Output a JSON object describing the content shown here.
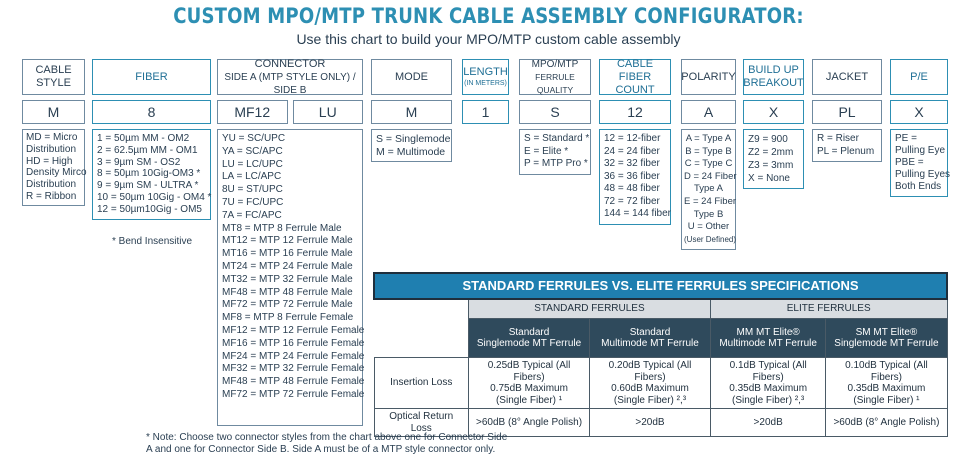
{
  "title": "CUSTOM MPO/MTP TRUNK CABLE ASSEMBLY CONFIGURATOR:",
  "subtitle": "Use this chart to build your MPO/MTP custom cable assembly",
  "columns": {
    "cable_style": {
      "header": "CABLE STYLE",
      "value": "M",
      "options": [
        "MD = Micro",
        "Distribution",
        "HD = High",
        "Density Mirco",
        "Distribution",
        "R = Ribbon"
      ]
    },
    "fiber": {
      "header": "FIBER",
      "value": "8",
      "options": [
        "1 = 50µm MM - OM2",
        "2 = 62.5µm MM - OM1",
        "3 = 9µm SM - OS2",
        "8 = 50µm 10Gig-OM3 *",
        "9 = 9µm SM - ULTRA *",
        "10 = 50µm 10Gig - OM4 *",
        "12 = 50µm10Gig - OM5"
      ],
      "footnote": "* Bend Insensitive"
    },
    "connector": {
      "header_line1": "CONNECTOR",
      "header_line2": "SIDE A (MTP STYLE ONLY) / SIDE B",
      "value_a": "MF12",
      "value_b": "LU",
      "options": [
        "YU = SC/UPC",
        "YA = SC/APC",
        "LU = LC/UPC",
        "LA = LC/APC",
        "8U = ST/UPC",
        "7U = FC/UPC",
        "7A = FC/APC",
        "MT8 = MTP 8 Ferrule Male",
        "MT12 = MTP 12 Ferrule Male",
        "MT16 = MTP 16 Ferrule Male",
        "MT24 = MTP 24 Ferrule Male",
        "MT32 = MTP 32 Ferrule Male",
        "MF48 = MTP 48 Ferrule Male",
        "MF72 = MTP 72 Ferrule Male",
        "MF8 = MTP 8 Ferrule Female",
        "MF12 = MTP 12 Ferrule Female",
        "MF16 = MTP 16 Ferrule Female",
        "MF24 = MTP 24 Ferrule Female",
        "MF32 = MTP 32 Ferrule Female",
        "MF48 = MTP 48 Ferrule Female",
        "MF72 = MTP 72 Ferrule Female"
      ]
    },
    "mode": {
      "header": "MODE",
      "value": "M",
      "options": [
        "S = Singlemode",
        "M = Multimode"
      ]
    },
    "length": {
      "header_line1": "LENGTH",
      "header_line2": "(IN METERS)",
      "value": "1"
    },
    "ferrule": {
      "header_line1": "MPO/MTP",
      "header_line2": "FERRULE QUALITY",
      "value": "S",
      "options": [
        "S = Standard *",
        "E = Elite *",
        "P = MTP Pro *"
      ]
    },
    "fiber_count": {
      "header_line1": "CABLE",
      "header_line2": "FIBER COUNT",
      "value": "12",
      "options": [
        "12 = 12-fiber",
        "24 = 24 fiber",
        "32 = 32 fiber",
        "36 = 36 fiber",
        "48 = 48 fiber",
        "72 = 72 fiber",
        "144 = 144 fiber"
      ]
    },
    "polarity": {
      "header": "POLARITY",
      "value": "A",
      "options": [
        "A = Type A",
        "B = Type B",
        "C = Type C",
        "D = 24 Fiber",
        "Type A",
        "E = 24 Fiber",
        "Type B",
        "U = Other",
        "(User Defined)"
      ]
    },
    "breakout": {
      "header_line1": "BUILD UP",
      "header_line2": "BREAKOUT",
      "value": "X",
      "options": [
        "Z9 = 900",
        "Z2 = 2mm",
        "Z3 = 3mm",
        "X = None"
      ]
    },
    "jacket": {
      "header": "JACKET",
      "value": "PL",
      "options": [
        "R = Riser",
        "PL = Plenum"
      ]
    },
    "pe": {
      "header": "P/E",
      "value": "X",
      "options": [
        "PE =",
        "Pulling Eye",
        "PBE =",
        "Pulling Eyes",
        "Both Ends"
      ]
    }
  },
  "spec_table": {
    "title": "STANDARD FERRULES VS. ELITE FERRULES SPECIFICATIONS",
    "group_standard": "STANDARD FERRULES",
    "group_elite": "ELITE FERRULES",
    "col_heads": [
      {
        "l1": "Standard",
        "l2": "Singlemode MT Ferrule"
      },
      {
        "l1": "Standard",
        "l2": "Multimode MT Ferrule"
      },
      {
        "l1": "MM MT Elite®",
        "l2": "Multimode MT Ferrule"
      },
      {
        "l1": "SM MT Elite®",
        "l2": "Singlemode MT Ferrule"
      }
    ],
    "rows": [
      {
        "label": "Insertion Loss",
        "cells": [
          {
            "l1": "0.25dB Typical (All Fibers)",
            "l2": "0.75dB Maximum",
            "l3": "(Single Fiber) ¹"
          },
          {
            "l1": "0.20dB Typical (All Fibers)",
            "l2": "0.60dB Maximum",
            "l3": "(Single Fiber) ²,³"
          },
          {
            "l1": "0.1dB Typical (All Fibers)",
            "l2": "0.35dB Maximum",
            "l3": "(Single Fiber) ²,³"
          },
          {
            "l1": "0.10dB Typical (All Fibers)",
            "l2": "0.35dB Maximum",
            "l3": "(Single Fiber) ¹"
          }
        ]
      },
      {
        "label": "Optical Return Loss",
        "cells": [
          {
            "l1": ">60dB (8° Angle Polish)"
          },
          {
            "l1": ">20dB"
          },
          {
            "l1": ">20dB"
          },
          {
            "l1": ">60dB (8° Angle Polish)"
          }
        ]
      }
    ]
  },
  "footnote_line1": "* Note: Choose two connector styles from the chart above one for Connector Side",
  "footnote_line2": "A and one for Connector Side B. Side A must be of a MTP style connector only."
}
